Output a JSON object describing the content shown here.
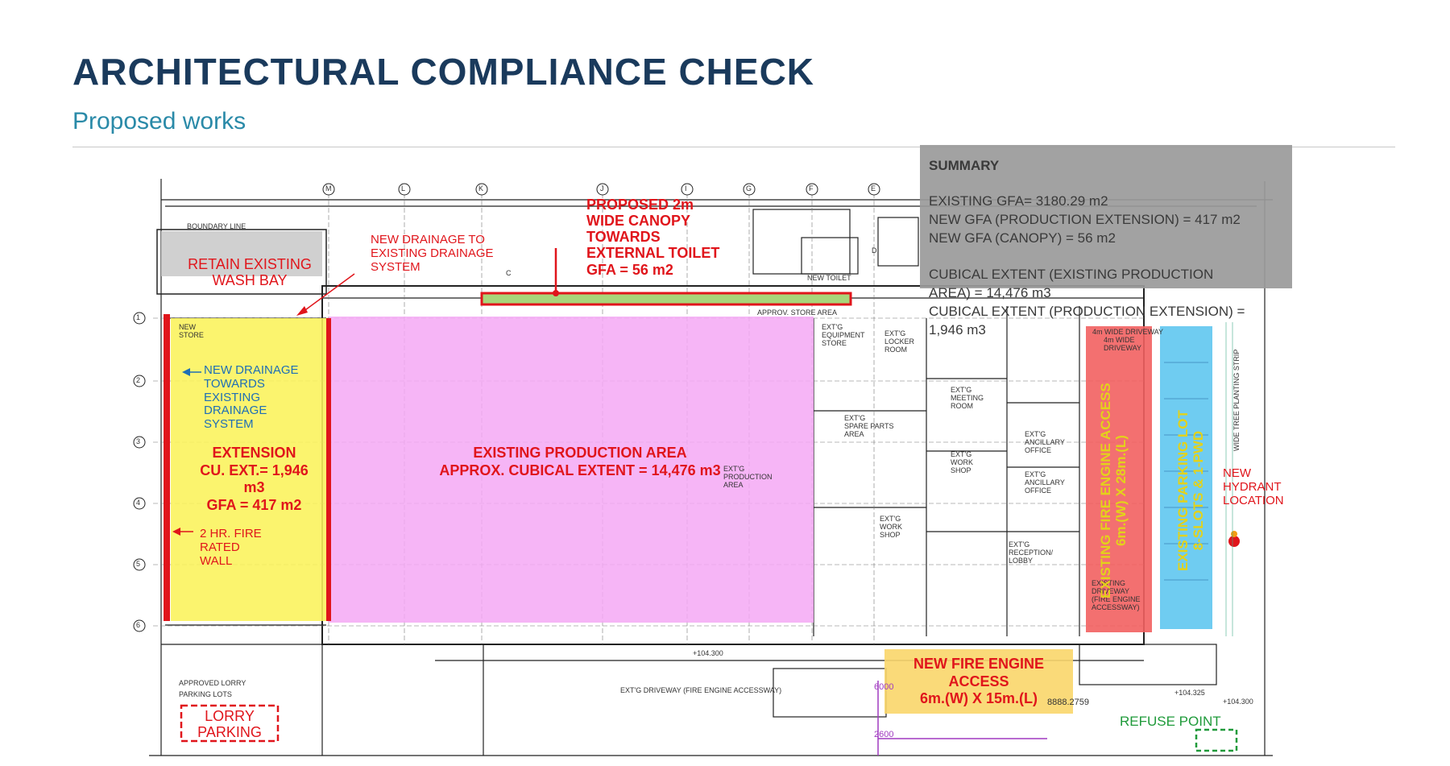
{
  "header": {
    "title": "ARCHITECTURAL COMPLIANCE CHECK",
    "subtitle": "Proposed works"
  },
  "summary": {
    "heading": "SUMMARY",
    "existing_gfa": "EXISTING GFA= 3180.29 m2",
    "new_gfa_production": "NEW GFA (PRODUCTION EXTENSION) = 417 m2",
    "new_gfa_canopy": "NEW GFA (CANOPY) = 56 m2",
    "cubical_line1": "CUBICAL EXTENT (EXISTING PRODUCTION",
    "cubical_line2": "AREA) = 14,476 m3",
    "cubical_line3": "CUBICAL EXTENT (PRODUCTION EXTENSION) =",
    "cubical_line4": "1,946 m3"
  },
  "annotations": {
    "canopy": [
      "PROPOSED 2m",
      "WIDE CANOPY",
      "TOWARDS",
      "EXTERNAL TOILET",
      "GFA = 56 m2"
    ],
    "new_drainage_top": [
      "NEW DRAINAGE TO",
      "EXISTING DRAINAGE",
      "SYSTEM"
    ],
    "retain_wash_bay": [
      "RETAIN EXISTING",
      "WASH BAY"
    ],
    "new_drainage_left": [
      "NEW DRAINAGE",
      "TOWARDS",
      "EXISTING",
      "DRAINAGE",
      "SYSTEM"
    ],
    "extension": [
      "EXTENSION",
      "CU. EXT.= 1,946",
      "m3",
      "GFA = 417 m2"
    ],
    "fire_wall": [
      "2 HR. FIRE",
      "RATED",
      "WALL"
    ],
    "production": [
      "EXISTING PRODUCTION AREA",
      "APPROX. CUBICAL EXTENT = 14,476 m3"
    ],
    "fire_engine_access_existing": [
      "EXISTING FIRE ENGINE ACCESS",
      "6m.(W) X 28m.(L)"
    ],
    "parking_lot": [
      "EXISTING PARKING LOT",
      "8-SLOTS & 1-PWD"
    ],
    "hydrant": [
      "NEW",
      "HYDRANT",
      "LOCATION"
    ],
    "new_fire_engine_access": [
      "NEW FIRE ENGINE",
      "ACCESS",
      "6m.(W) X 15m.(L)"
    ],
    "lorry_parking": [
      "LORRY",
      "PARKING"
    ],
    "refuse_point": "REFUSE POINT"
  },
  "plan_labels": {
    "boundary_line": "BOUNDARY LINE",
    "equipment_store": [
      "EXT'G",
      "EQUIPMENT",
      "STORE"
    ],
    "locker_room": [
      "EXT'G",
      "LOCKER",
      "ROOM"
    ],
    "spare_parts": [
      "EXT'G",
      "SPARE PARTS",
      "AREA"
    ],
    "meeting_room": [
      "EXT'G",
      "MEETING",
      "ROOM"
    ],
    "work_shop1": [
      "EXT'G",
      "WORK",
      "SHOP"
    ],
    "work_shop2": [
      "EXT'G",
      "WORK",
      "SHOP"
    ],
    "reception": [
      "EXT'G",
      "RECEPTION/",
      "LOBBY"
    ],
    "ancillary1": [
      "EXT'G",
      "ANCILLARY",
      "OFFICE"
    ],
    "ancillary2": [
      "EXT'G",
      "ANCILLARY",
      "OFFICE"
    ],
    "ext_production": [
      "EXT'G",
      "PRODUCTION",
      "AREA"
    ],
    "driveway_4m": [
      "4m WIDE DRIVEWAY",
      "4m WIDE",
      "DRIVEWAY"
    ],
    "existing_driveway": [
      "EXISTING",
      "DRIVEWAY",
      "(FIRE ENGINE",
      "ACCESSWAY)"
    ],
    "bottom_driveway": "EXT'G  DRIVEWAY  (FIRE ENGINE ACCESSWAY)",
    "approved_lorry": [
      "APPROVED LORRY",
      "PARKING LOTS"
    ],
    "approved_store": "APPROV. STORE AREA",
    "new_toilet": "NEW TOILET",
    "planting_strip": "WIDE TREE PLANTING STRIP",
    "level1": "+104.300",
    "level2": "+104.325",
    "level3": "+104.300",
    "dim_6000": "6000",
    "dim_2600": "2600",
    "coord": "8888.2759",
    "new_store": [
      "NEW",
      "STORE"
    ],
    "grid_rows": [
      "1",
      "2",
      "3",
      "4",
      "5",
      "6"
    ],
    "grid_cols": [
      "M",
      "L",
      "K",
      "J",
      "I",
      "G",
      "F",
      "E",
      "D",
      "C"
    ]
  },
  "colors": {
    "title": "#1a3a5c",
    "subtitle": "#2a8aa8",
    "extension_fill": "#fbf35a",
    "production_fill": "#f5a8f5",
    "fire_access_fill": "#f26060",
    "parking_fill": "#5fc6ef",
    "new_access_fill": "#f9d66a",
    "summary_fill": "#9a9a9a",
    "red": "#e0151b"
  }
}
